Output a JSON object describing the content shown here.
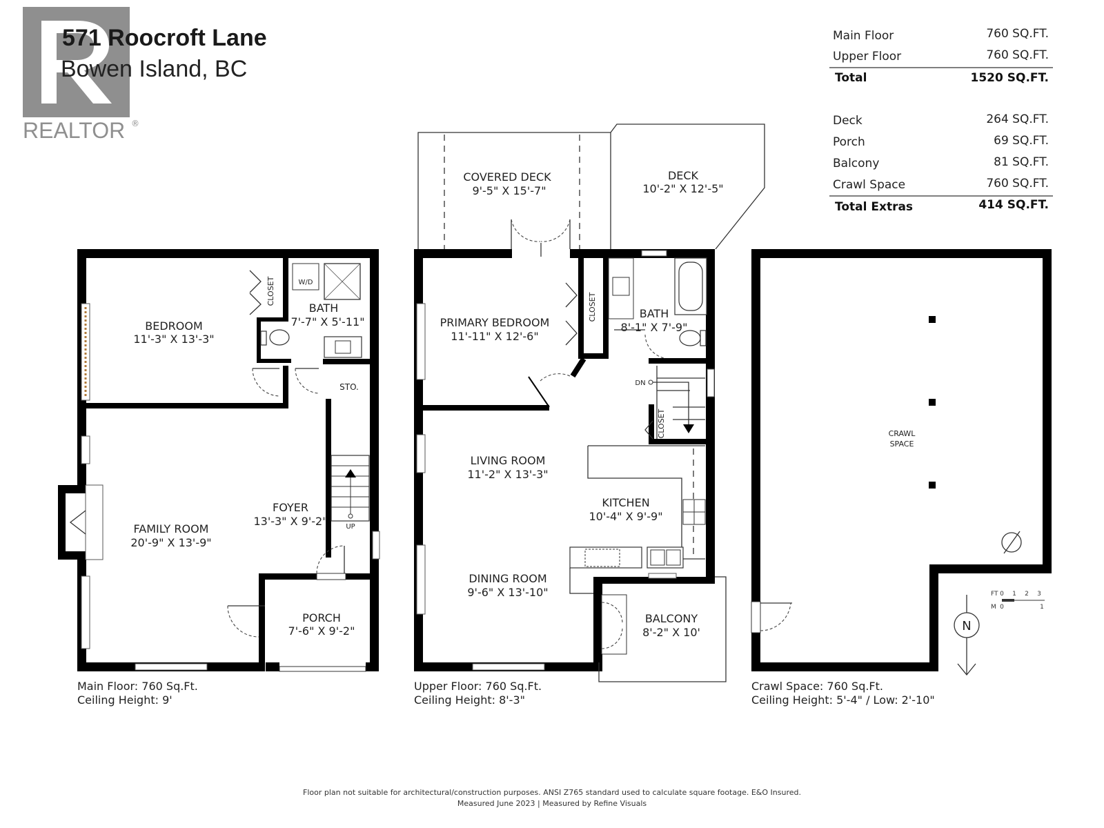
{
  "header": {
    "address_line1": "571 Roocroft Lane",
    "address_line2": "Bowen Island, BC",
    "logo_text": "REALTOR",
    "logo_mark": "®"
  },
  "areas": {
    "main": [
      {
        "label": "Main Floor",
        "value": "760 SQ.FT."
      },
      {
        "label": "Upper Floor",
        "value": "760 SQ.FT."
      }
    ],
    "total": {
      "label": "Total",
      "value": "1520 SQ.FT."
    },
    "extras": [
      {
        "label": "Deck",
        "value": "264 SQ.FT."
      },
      {
        "label": "Porch",
        "value": "69 SQ.FT."
      },
      {
        "label": "Balcony",
        "value": "81 SQ.FT."
      },
      {
        "label": "Crawl Space",
        "value": "760 SQ.FT."
      }
    ],
    "total_extras": {
      "label": "Total Extras",
      "value": "414 SQ.FT."
    }
  },
  "main_floor": {
    "rooms": {
      "bedroom": {
        "name": "BEDROOM",
        "dims": "11'-3\" X 13'-3\""
      },
      "bath": {
        "name": "BATH",
        "dims": "7'-7\" X 5'-11\""
      },
      "closet": "CLOSET",
      "wd": "W/D",
      "sto": "STO.",
      "family": {
        "name": "FAMILY ROOM",
        "dims": "20'-9\" X 13'-9\""
      },
      "foyer": {
        "name": "FOYER",
        "dims": "13'-3\" X 9'-2\""
      },
      "porch": {
        "name": "PORCH",
        "dims": "7'-6\" X 9'-2\""
      },
      "up": "UP"
    },
    "caption_line1": "Main Floor: 760 Sq.Ft.",
    "caption_line2": "Ceiling Height: 9'"
  },
  "upper_floor": {
    "rooms": {
      "covered_deck": {
        "name": "COVERED DECK",
        "dims": "9'-5\" X 15'-7\""
      },
      "deck": {
        "name": "DECK",
        "dims": "10'-2\" X 12'-5\""
      },
      "primary": {
        "name": "PRIMARY BEDROOM",
        "dims": "11'-11\" X 12'-6\""
      },
      "closet": "CLOSET",
      "bath": {
        "name": "BATH",
        "dims": "8'-1\" X 7'-9\""
      },
      "closet2": "CLOSET",
      "dn": "DN",
      "living": {
        "name": "LIVING ROOM",
        "dims": "11'-2\" X 13'-3\""
      },
      "kitchen": {
        "name": "KITCHEN",
        "dims": "10'-4\" X 9'-9\""
      },
      "dining": {
        "name": "DINING ROOM",
        "dims": "9'-6\" X 13'-10\""
      },
      "balcony": {
        "name": "BALCONY",
        "dims": "8'-2\" X 10'"
      }
    },
    "caption_line1": "Upper Floor: 760 Sq.Ft.",
    "caption_line2": "Ceiling Height: 8'-3\""
  },
  "crawl_space": {
    "label_line1": "CRAWL",
    "label_line2": "SPACE",
    "caption_line1": "Crawl Space: 760 Sq.Ft.",
    "caption_line2": "Ceiling Height: 5'-4\" / Low: 2'-10\""
  },
  "scale": {
    "ft_label": "FT",
    "m_label": "M",
    "ft_ticks": [
      "0",
      "1",
      "2",
      "3"
    ],
    "m_ticks": [
      "0",
      "1"
    ],
    "north": "N"
  },
  "footer": {
    "line1": "Floor plan not suitable for architectural/construction purposes. ANSI Z765 standard used to calculate square footage. E&O Insured.",
    "line2": "Measured June 2023 | Measured by Refine Visuals"
  }
}
